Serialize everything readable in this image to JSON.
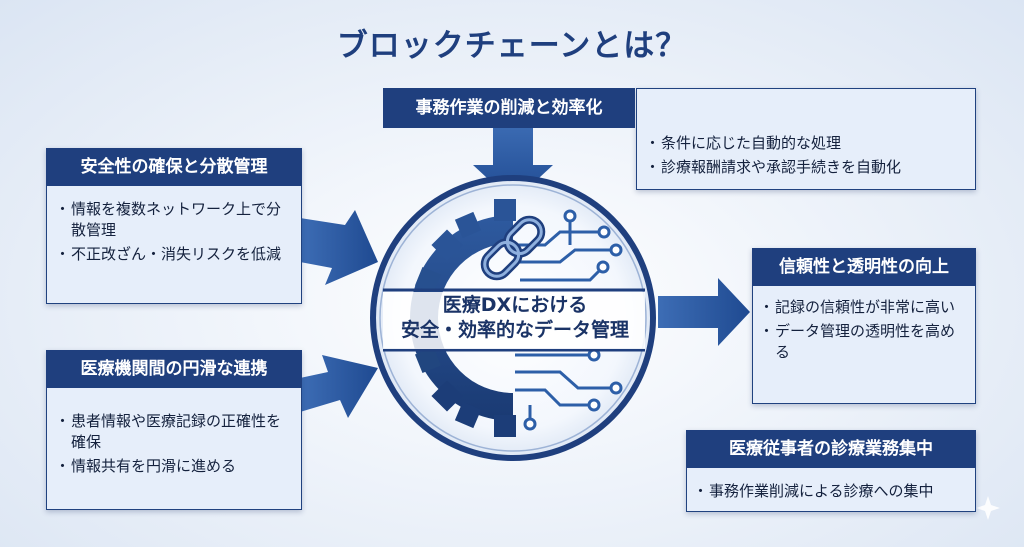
{
  "title": "ブロックチェーンとは？",
  "center": {
    "line1": "医療DXにおける",
    "line2": "安全・効率的なデータ管理"
  },
  "boxes": {
    "efficiency": {
      "heading": "事務作業の削減と効率化",
      "items": [
        "条件に応じた自動的な処理",
        "診療報酬請求や承認手続きを自動化"
      ]
    },
    "security": {
      "heading": "安全性の確保と分散管理",
      "items": [
        "情報を複数ネットワーク上で分散管理",
        "不正改ざん・消失リスクを低減"
      ]
    },
    "cooperation": {
      "heading": "医療機関間の円滑な連携",
      "items": [
        "患者情報や医療記録の正確性を確保",
        "情報共有を円滑に進める"
      ]
    },
    "reliability": {
      "heading": "信頼性と透明性の向上",
      "items": [
        "記録の信頼性が非常に高い",
        "データ管理の透明性を高める"
      ]
    },
    "focus": {
      "heading": "医療従事者の診療業務集中",
      "items": [
        "事務作業削減による診療への集中"
      ]
    }
  },
  "colors": {
    "navy": "#1f3f7e",
    "arrow": "#2f5ea8",
    "panel": "#e6eefa",
    "circuit": "#2d5fa8"
  },
  "icons": [
    "gear-icon",
    "chain-link-icon",
    "circuit-icon"
  ]
}
